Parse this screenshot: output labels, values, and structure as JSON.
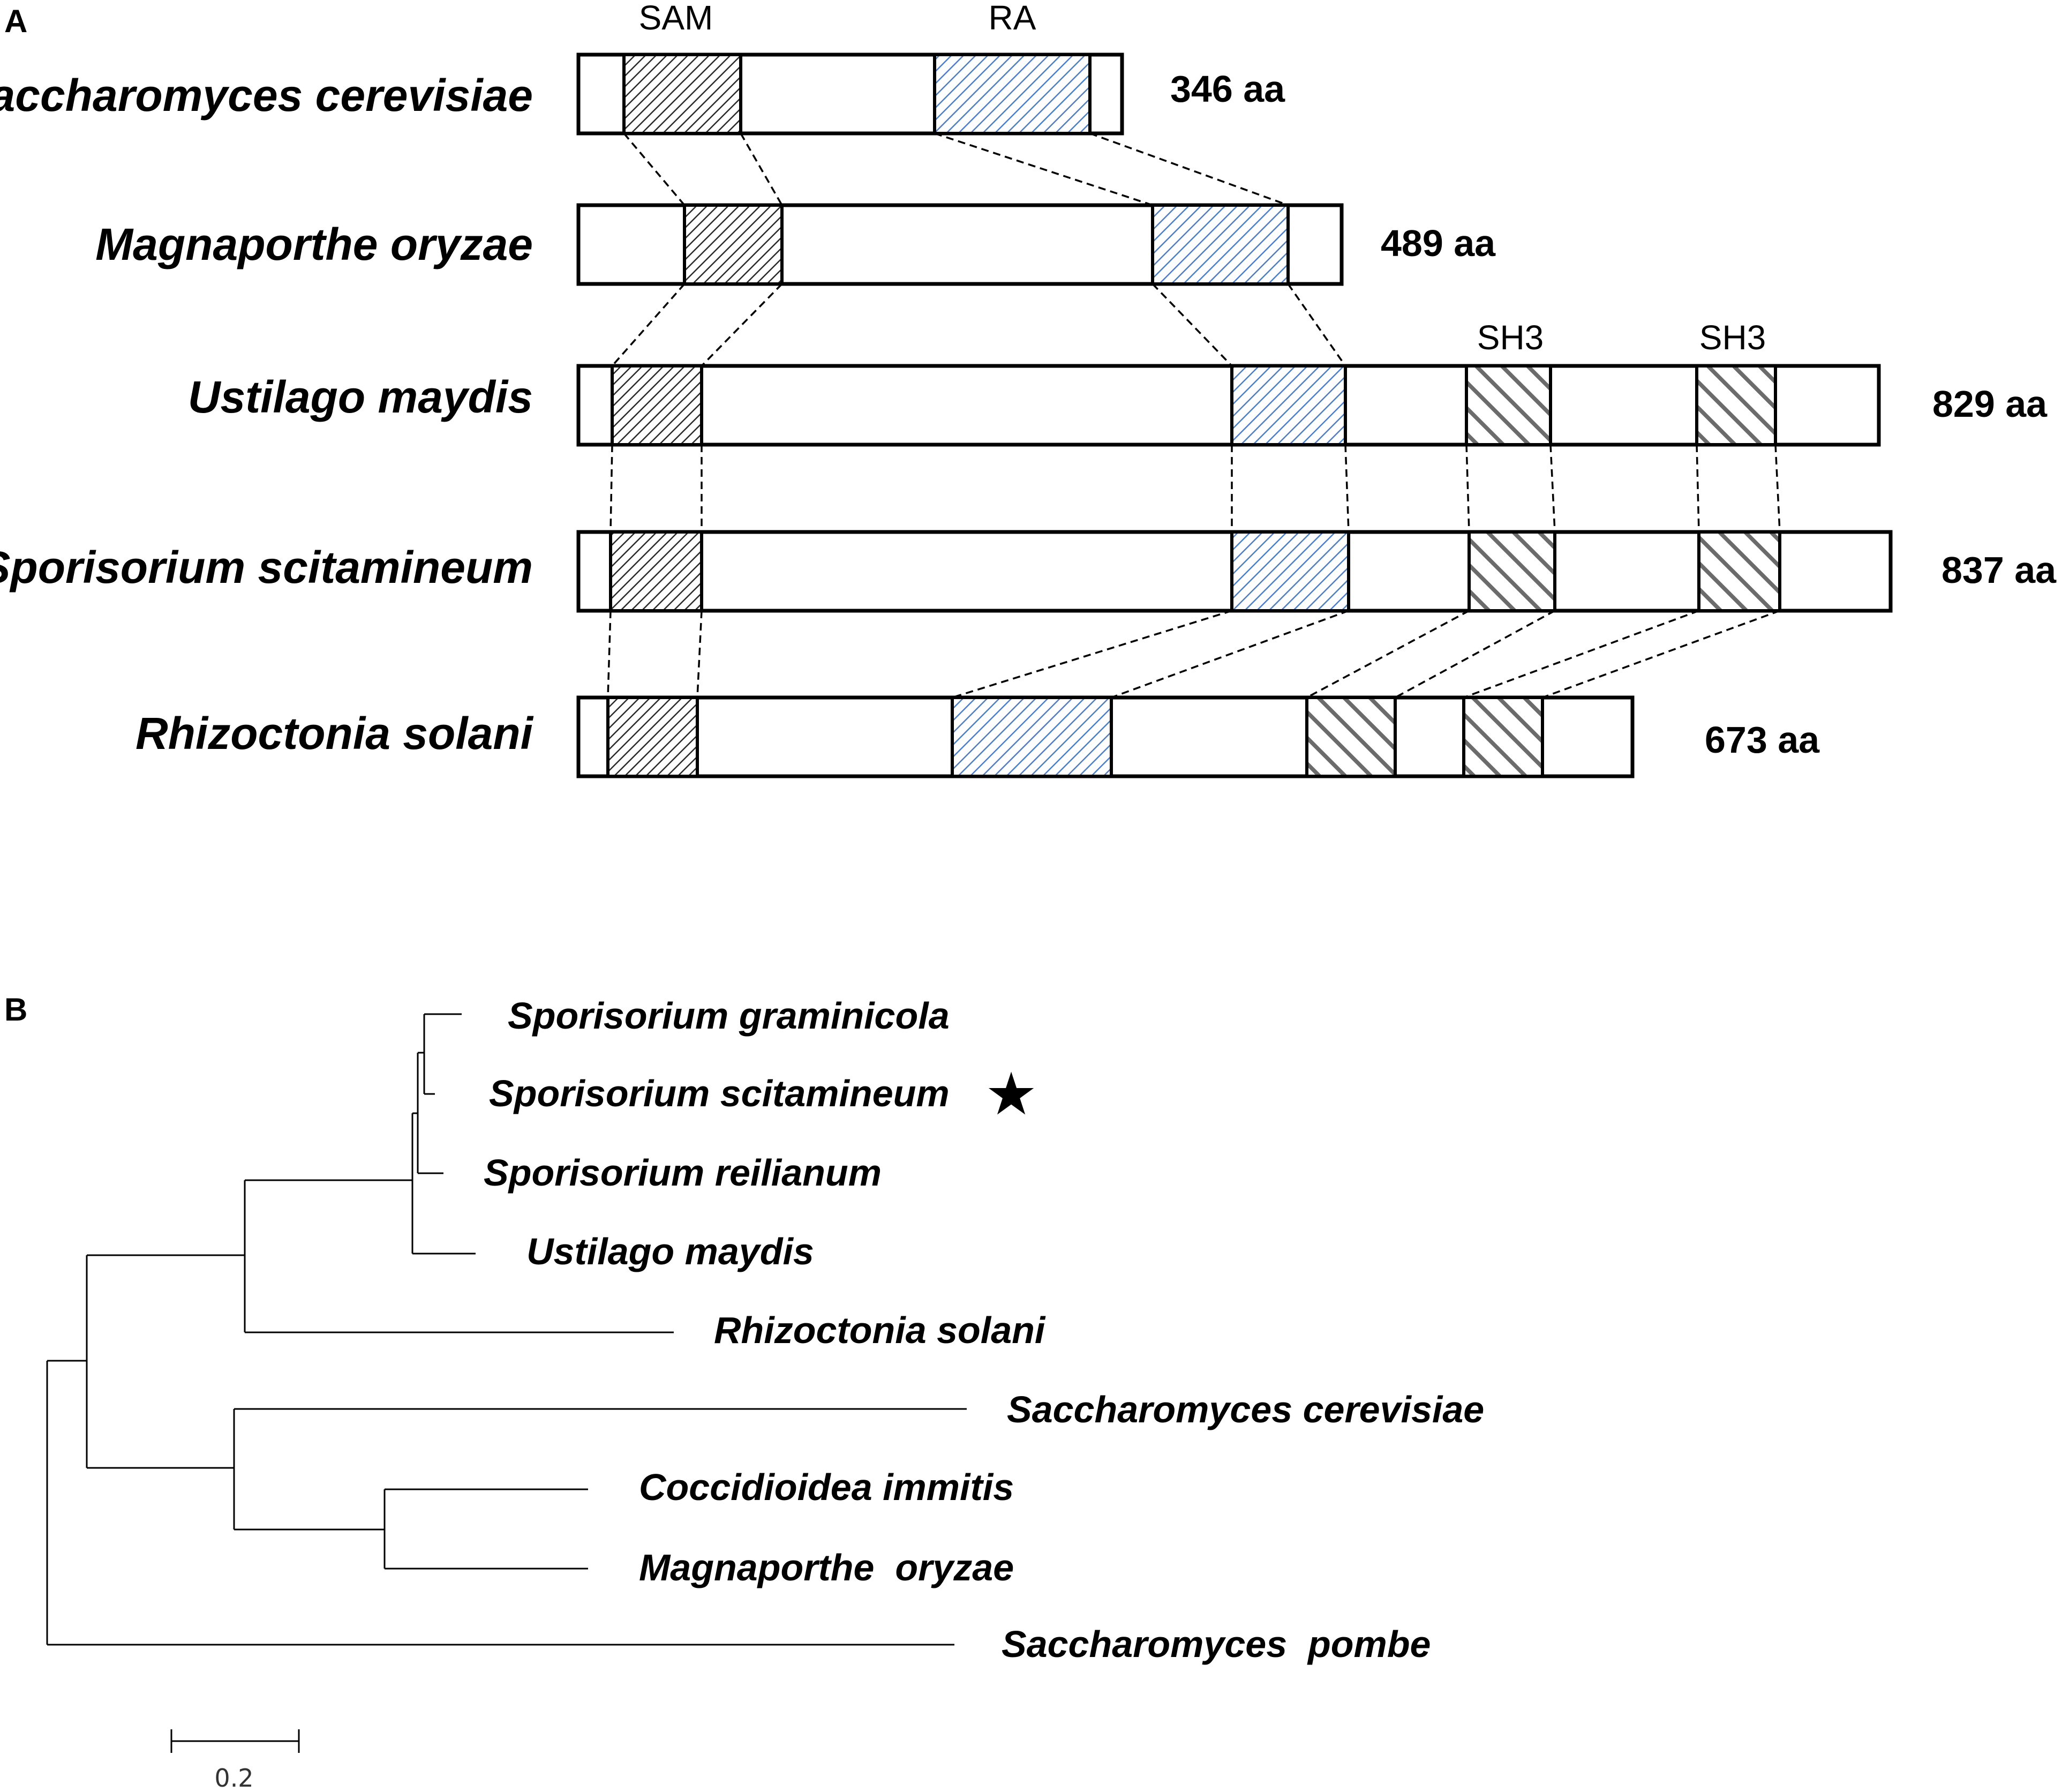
{
  "panel_a": {
    "label": "A",
    "domain_labels": [
      "SAM",
      "RA",
      "SH3",
      "SH3"
    ],
    "proteins": [
      {
        "species": "Saccharomyces cerevisiae",
        "length_label": "346 aa"
      },
      {
        "species": "Magnaporthe oryzae",
        "length_label": "489 aa"
      },
      {
        "species": "Ustilago maydis",
        "length_label": "829 aa"
      },
      {
        "species": "Sporisorium scitamineum",
        "length_label": "837 aa"
      },
      {
        "species": "Rhizoctonia solani",
        "length_label": "673 aa"
      }
    ]
  },
  "panel_b": {
    "label": "B",
    "taxa": [
      "Sporisorium graminicola",
      "Sporisorium scitamineum",
      "Sporisorium reilianum",
      "Ustilago maydis",
      "Rhizoctonia solani",
      "Saccharomyces cerevisiae",
      "Coccidioidea immitis",
      "Magnaporthe  oryzae",
      "Saccharomyces  pombe"
    ],
    "highlight_marker": "★",
    "scale_bar_label": "0.2"
  },
  "colors": {
    "sam_hatch": "#2a2a2a",
    "ra_hatch": "#4f7fc1",
    "sh3_hatch": "#6b6b6b"
  }
}
